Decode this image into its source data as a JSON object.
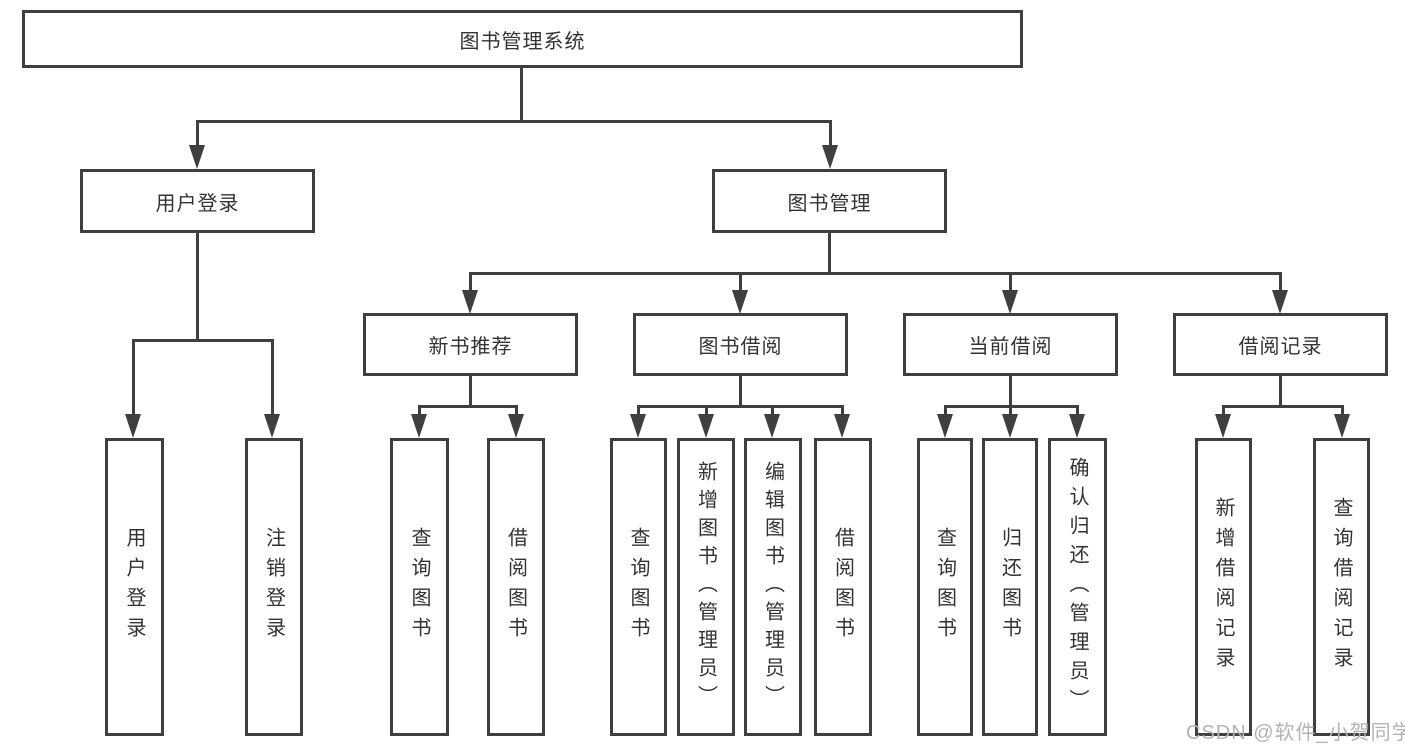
{
  "diagram": {
    "line_color": "#3f3f3f",
    "text_color": "#333333",
    "root": {
      "label": "图书管理系统",
      "children": [
        {
          "label": "用户登录",
          "children": [
            {
              "label": "用户登录"
            },
            {
              "label": "注销登录"
            }
          ]
        },
        {
          "label": "图书管理",
          "children": [
            {
              "label": "新书推荐",
              "children": [
                {
                  "label": "查询图书"
                },
                {
                  "label": "借阅图书"
                }
              ]
            },
            {
              "label": "图书借阅",
              "children": [
                {
                  "label": "查询图书"
                },
                {
                  "label": "新增图书（管理员）"
                },
                {
                  "label": "编辑图书（管理员）"
                },
                {
                  "label": "借阅图书"
                }
              ]
            },
            {
              "label": "当前借阅",
              "children": [
                {
                  "label": "查询图书"
                },
                {
                  "label": "归还图书"
                },
                {
                  "label": "确认归还（管理员）"
                }
              ]
            },
            {
              "label": "借阅记录",
              "children": [
                {
                  "label": "新增借阅记录"
                },
                {
                  "label": "查询借阅记录"
                }
              ]
            }
          ]
        }
      ]
    }
  },
  "watermark": {
    "text": "CSDN @软件_小贺同学",
    "color": "#b3b3b3"
  }
}
